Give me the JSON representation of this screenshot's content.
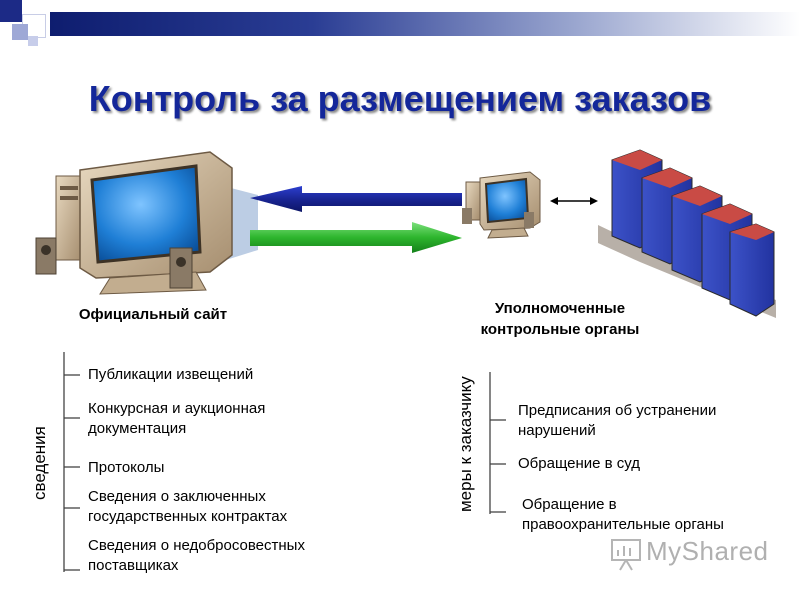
{
  "title": "Контроль за размещением заказов",
  "left_node": {
    "label": "Официальный сайт"
  },
  "right_node": {
    "label_line1": "Уполномоченные",
    "label_line2": "контрольные органы"
  },
  "left_group": {
    "vertical_label": "сведения",
    "items": [
      {
        "line1": "Публикации извещений",
        "line2": ""
      },
      {
        "line1": "Конкурсная и аукционная",
        "line2": "документация"
      },
      {
        "line1": "Протоколы",
        "line2": ""
      },
      {
        "line1": "Сведения о заключенных",
        "line2": "государственных контрактах"
      },
      {
        "line1": "Сведения о недобросовестных",
        "line2": "поставщиках"
      }
    ]
  },
  "right_group": {
    "vertical_label": "меры к заказчику",
    "items": [
      {
        "line1": "Предписания об устранении",
        "line2": "нарушений"
      },
      {
        "line1": "Обращение в суд",
        "line2": ""
      },
      {
        "line1": "Обращение в",
        "line2": "правоохранительные органы"
      }
    ]
  },
  "watermark": {
    "text": "MyShared"
  },
  "colors": {
    "title": "#14279a",
    "arrow_left": "#1c2aa8",
    "arrow_right": "#2db52d",
    "bar_dark": "#0e1d6f"
  },
  "icons": [
    "desktop-computer-icon",
    "small-computer-icon",
    "office-buildings-icon",
    "double-arrow-icon",
    "presentation-logo-icon"
  ]
}
